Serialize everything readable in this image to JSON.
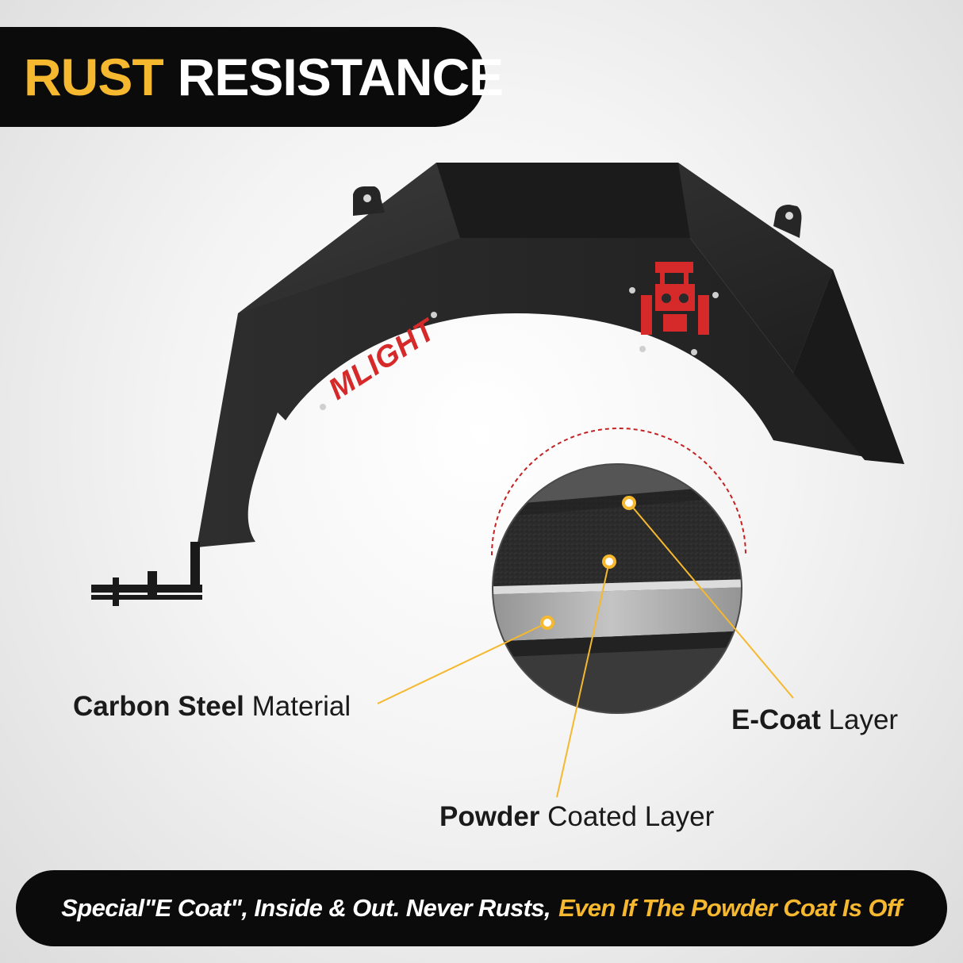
{
  "title": {
    "accent": "RUST",
    "rest": "RESISTANCE"
  },
  "product": {
    "brand_mark": "MLIGHT"
  },
  "callouts": {
    "carbon_steel": {
      "bold": "Carbon Steel",
      "rest": "Material"
    },
    "e_coat": {
      "bold": "E-Coat",
      "rest": "Layer"
    },
    "powder": {
      "bold": "Powder",
      "rest": "Coated Layer"
    }
  },
  "banner": {
    "white": "Special\"E Coat\", Inside & Out. Never Rusts,",
    "gold": "Even If The Powder Coat Is Off"
  },
  "colors": {
    "accent_gold": "#f5b82e",
    "logo_red": "#d62a2a",
    "badge_black": "#0b0b0b",
    "liner": "#2a2a2a"
  }
}
